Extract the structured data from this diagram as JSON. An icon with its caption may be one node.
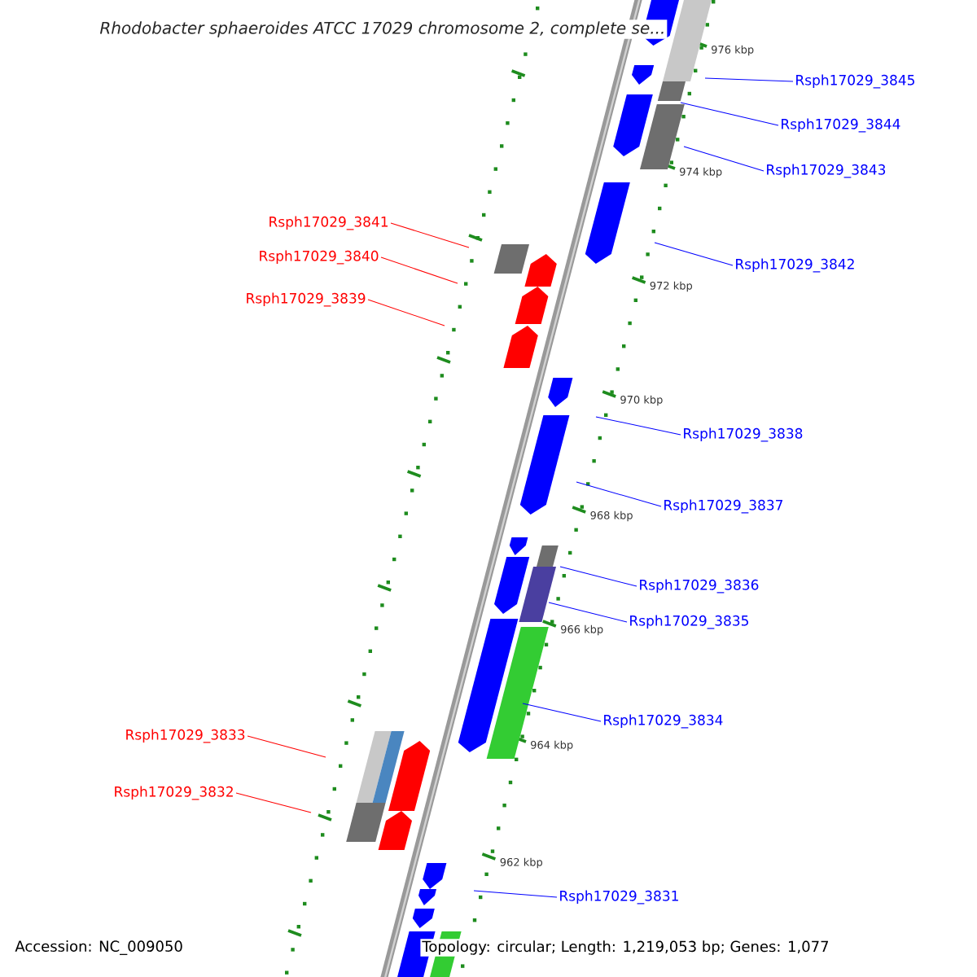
{
  "diagram": {
    "title": "Rhodobacter sphaeroides ATCC 17029 chromosome 2, complete se...",
    "nodes": [
      {
        "text": [
          "Rsph17029_3845"
        ]
      },
      {
        "text": [
          "Rsph17029_3844"
        ]
      },
      {
        "text": [
          "Rsph17029_3843"
        ]
      },
      {
        "text": [
          "Rsph17029_3841"
        ]
      },
      {
        "text": [
          "Rsph17029_3840"
        ]
      },
      {
        "text": [
          "Rsph17029_3842"
        ]
      },
      {
        "text": [
          "Rsph17029_3839"
        ]
      },
      {
        "text": [
          "Rsph17029_3838"
        ]
      },
      {
        "text": [
          "Rsph17029_3837"
        ]
      },
      {
        "text": [
          "Rsph17029_3836"
        ]
      },
      {
        "text": [
          "Rsph17029_3835"
        ]
      },
      {
        "text": [
          "Rsph17029_3834"
        ]
      },
      {
        "text": [
          "Rsph17029_3833"
        ]
      },
      {
        "text": [
          "Rsph17029_3832"
        ]
      },
      {
        "text": [
          "Rsph17029_3831"
        ]
      }
    ],
    "edges": [
      {
        "from": 0,
        "to": null,
        "arrow": "none"
      },
      {
        "from": 1,
        "to": null,
        "arrow": "none"
      },
      {
        "from": 2,
        "to": null,
        "arrow": "none"
      },
      {
        "from": 3,
        "to": null,
        "arrow": "none",
        "color": "#ff0000"
      },
      {
        "from": 4,
        "to": null,
        "arrow": "none",
        "color": "#ff0000"
      },
      {
        "from": 5,
        "to": null,
        "arrow": "none"
      },
      {
        "from": 6,
        "to": null,
        "arrow": "none",
        "color": "#ff0000"
      },
      {
        "from": 7,
        "to": null,
        "arrow": "none"
      },
      {
        "from": 8,
        "to": null,
        "arrow": "none"
      },
      {
        "from": 9,
        "to": null,
        "arrow": "none"
      },
      {
        "from": 10,
        "to": null,
        "arrow": "none"
      },
      {
        "from": 11,
        "to": null,
        "arrow": "none"
      },
      {
        "from": 12,
        "to": null,
        "arrow": "none",
        "color": "#ff0000"
      },
      {
        "from": 13,
        "to": null,
        "arrow": "none",
        "color": "#ff0000"
      },
      {
        "from": 14,
        "to": null,
        "arrow": "none"
      }
    ],
    "labels": [
      "976 kbp",
      "974 kbp",
      "972 kbp",
      "970 kbp",
      "968 kbp",
      "966 kbp",
      "964 kbp",
      "962 kbp",
      "Accession: NC_009050",
      "Topology: circular; Length: 1,219,053 bp; Genes: 1,077"
    ]
  }
}
